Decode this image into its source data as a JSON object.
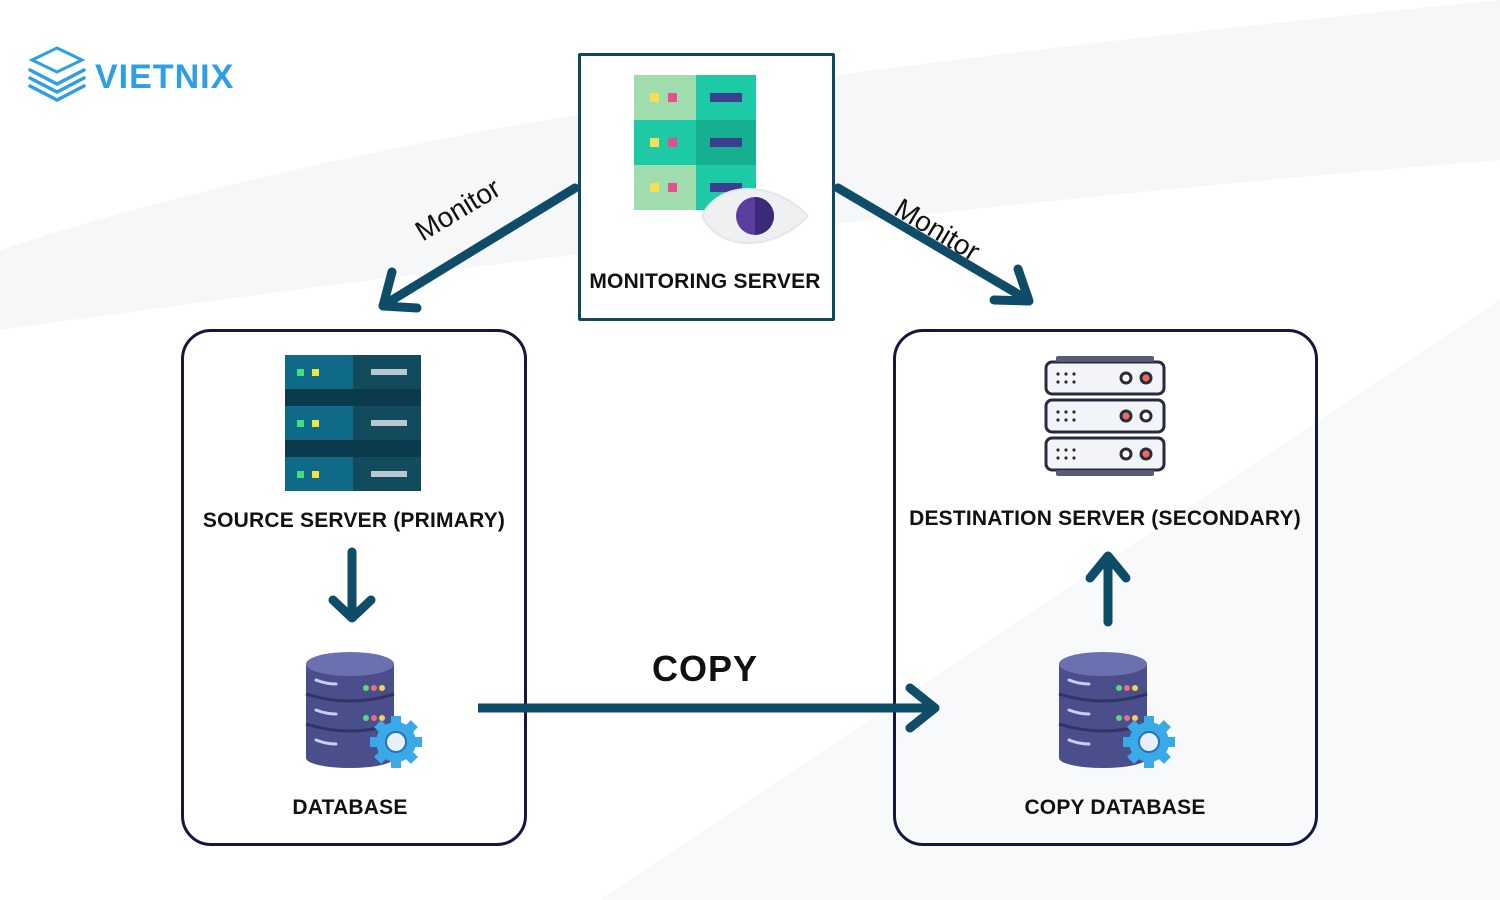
{
  "brand": {
    "name": "VIETNIX"
  },
  "nodes": {
    "monitoring": {
      "label": "MONITORING SERVER"
    },
    "source": {
      "label": "SOURCE SERVER (PRIMARY)"
    },
    "database": {
      "label": "DATABASE"
    },
    "destination": {
      "label": "DESTINATION SERVER (SECONDARY)"
    },
    "copy_database": {
      "label": "COPY DATABASE"
    }
  },
  "edges": {
    "monitor_left": {
      "label": "Monitor"
    },
    "monitor_right": {
      "label": "Monitor"
    },
    "copy": {
      "label": "COPY"
    }
  },
  "colors": {
    "arrow": "#0f4c67",
    "box_border": "#17163f",
    "brand": "#2e9fe6",
    "server_teal": "#0d6e8a",
    "db_purple": "#4a4f8c"
  }
}
